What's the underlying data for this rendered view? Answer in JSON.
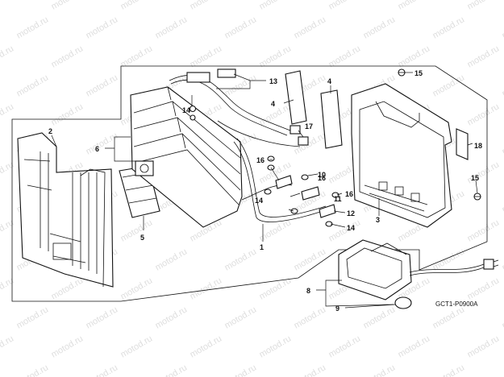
{
  "diagram": {
    "code": "GCT1-P0900A",
    "watermark": "motod.ru",
    "callouts": {
      "c1": "1",
      "c2": "2",
      "c3": "3",
      "c4a": "4",
      "c4b": "4",
      "c5": "5",
      "c6": "6",
      "c8": "8",
      "c9": "9",
      "c10": "10",
      "c11": "11",
      "c12": "12",
      "c13": "13",
      "c14a": "14",
      "c14b": "14",
      "c14c": "14",
      "c15a": "15",
      "c15b": "15",
      "c16a": "16",
      "c16b": "16",
      "c16c": "16",
      "c17": "17",
      "c18": "18"
    }
  }
}
